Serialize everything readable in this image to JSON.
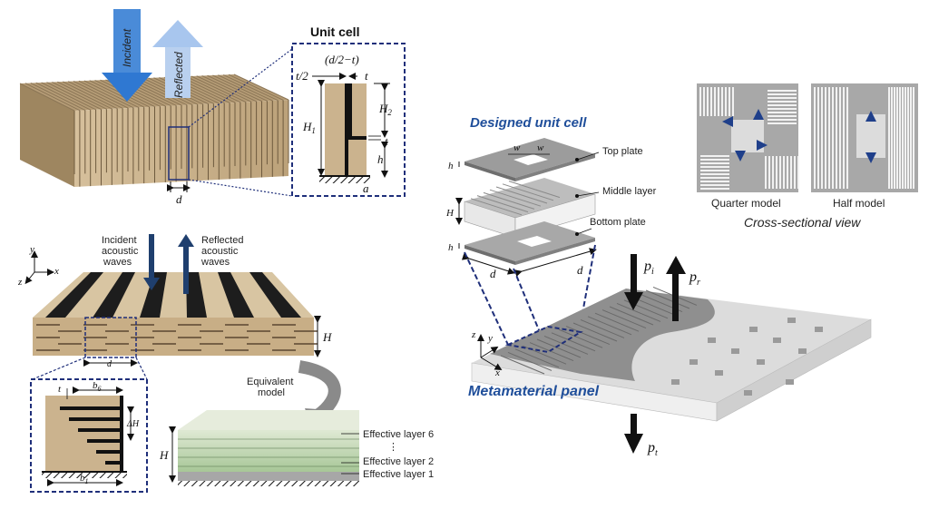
{
  "top_left": {
    "incident": "Incident",
    "reflected": "Reflected",
    "d": "d",
    "unit_cell_title": "Unit cell",
    "t_half": "t/2",
    "d_half_minus_t": "(d/2−t)",
    "t": "t",
    "H1": "H",
    "H1_sub": "1",
    "H2": "H",
    "H2_sub": "2",
    "t2": "t",
    "h": "h",
    "a": "a"
  },
  "middle_left": {
    "y": "y",
    "x": "x",
    "z": "z",
    "incident": [
      "Incident",
      "acoustic",
      "waves"
    ],
    "reflected": [
      "Reflected",
      "acoustic",
      "waves"
    ],
    "H": "H",
    "d": "d"
  },
  "bottom_left": {
    "t": "t",
    "b6": "b",
    "b6_sub": "6",
    "dH": "ΔH",
    "b1": "b",
    "b1_sub": "1",
    "equivalent_model": [
      "Equivalent",
      "model"
    ],
    "H": "H",
    "layers": [
      "Effective layer 6",
      "⋮",
      "Effective layer 2",
      "Effective layer 1"
    ]
  },
  "right": {
    "designed_title": "Designed unit cell",
    "w1": "w",
    "w2": "w",
    "top_plate": "Top plate",
    "middle_layer": "Middle layer",
    "bottom_plate": "Bottom plate",
    "h1": "h",
    "H": "H",
    "h2": "h",
    "d1": "d",
    "d2": "d",
    "pi": "p",
    "pi_sub": "i",
    "pr": "p",
    "pr_sub": "r",
    "pt": "p",
    "pt_sub": "t",
    "z": "z",
    "y": "y",
    "x": "x",
    "panel_title": "Metamaterial panel",
    "quarter_model": "Quarter model",
    "half_model": "Half model",
    "cross_section": "Cross-sectional view"
  },
  "colors": {
    "wood": "#c9b08a",
    "wood_dark": "#a88f69",
    "dashed_blue": "#1f2f7a",
    "arrow_blue": "#1f3f6e",
    "light_blue": "#9bbbe0",
    "title_blue": "#1f4e9a",
    "green_layer": "#b9d3a6"
  }
}
